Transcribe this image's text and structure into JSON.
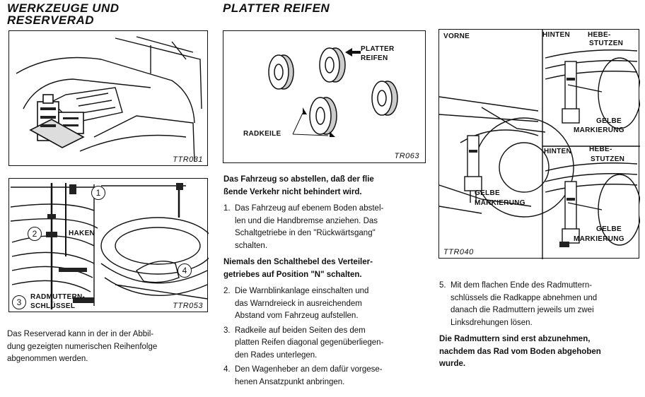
{
  "left": {
    "heading": [
      "WERKZEUGE UND",
      "RESERVERAD"
    ],
    "fig1_code": "TTR031",
    "fig2_code": "TTR053",
    "fig2_labels": {
      "c1": "1",
      "c2": "2",
      "c3": "3",
      "c4": "4",
      "haken": "HAKEN",
      "radmuttern": "RADMUTTERN-",
      "schluessel": "SCHLÜSSEL"
    },
    "caption": [
      "Das Reserverad kann in der in der Abbil-",
      "dung gezeigten numerischen Reihenfolge",
      "abgenommen werden."
    ]
  },
  "middle": {
    "heading": "PLATTER REIFEN",
    "fig_code": "TR063",
    "labels": {
      "platter_1": "PLATTER",
      "platter_2": "REIFEN",
      "radkeile": "RADKEILE"
    },
    "intro": [
      "Das Fahrzeug so abstellen, daß der flie",
      "ßende Verkehr nicht behindert wird."
    ],
    "steps": [
      {
        "num": "1.",
        "lines": [
          "Das Fahrzeug auf ebenem Boden abstel-",
          "len und die Handbremse anziehen. Das",
          "Schaltgetriebe in den \"Rückwärtsgang\"",
          "schalten."
        ]
      }
    ],
    "warning": [
      "Niemals den Schalthebel des Verteiler-",
      "getriebes auf Position \"N\" schalten."
    ],
    "steps2": [
      {
        "num": "2.",
        "lines": [
          "Die Warnblinkanlage einschalten und",
          "das Warndreieck in ausreichendem",
          "Abstand vom Fahrzeug aufstellen."
        ]
      },
      {
        "num": "3.",
        "lines": [
          "Radkeile auf beiden Seiten des dem",
          "platten Reifen diagonal gegenüberliegen-",
          "den Rades unterlegen."
        ]
      },
      {
        "num": "4.",
        "lines": [
          "Den Wagenheber an dem dafür vorgese-",
          "henen Ansatzpunkt anbringen."
        ]
      }
    ]
  },
  "right": {
    "fig_code": "TTR040",
    "labels": {
      "vorne": "VORNE",
      "hinten_1": "HINTEN",
      "hebe_1": "HEBE-",
      "stutzen_1": "STUTZEN",
      "gelbe_1": "GELBE",
      "markierung_1": "MARKIERUNG",
      "gelbe_2": "GELBE",
      "markierung_2": "MARKIERUNG",
      "hinten_2": "HINTEN",
      "hebe_2": "HEBE-",
      "stutzen_2": "STUTZEN",
      "gelbe_3": "GELBE",
      "markierung_3": "MARKIERUNG"
    },
    "step5": {
      "num": "5.",
      "lines": [
        "Mit dem flachen Ende des Radmuttern-",
        "schlüssels die Radkappe abnehmen und",
        "danach die Radmuttern jeweils um zwei",
        "Linksdrehungen lösen."
      ]
    },
    "warning": [
      "Die Radmuttern sind erst abzunehmen,",
      "nachdem das Rad vom Boden abgehoben",
      "wurde."
    ]
  }
}
